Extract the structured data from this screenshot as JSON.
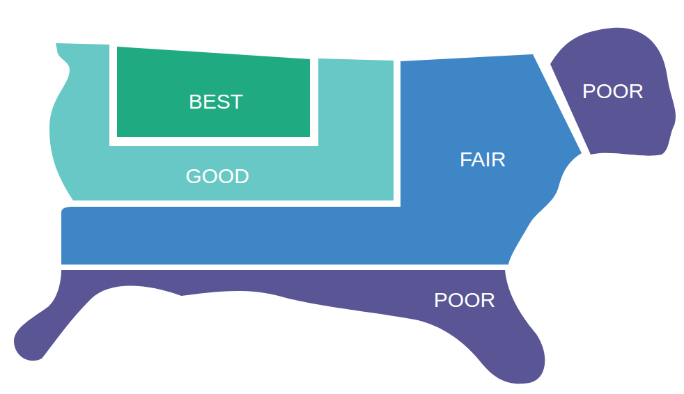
{
  "diagram": {
    "nodes": [
      {
        "text": [
          "GOOD"
        ]
      },
      {
        "text": [
          "BEST"
        ],
        "in": 0
      },
      {
        "text": [
          "FAIR"
        ]
      },
      {
        "text": [
          "POOR"
        ]
      },
      {
        "text": [
          "POOR"
        ]
      }
    ]
  }
}
